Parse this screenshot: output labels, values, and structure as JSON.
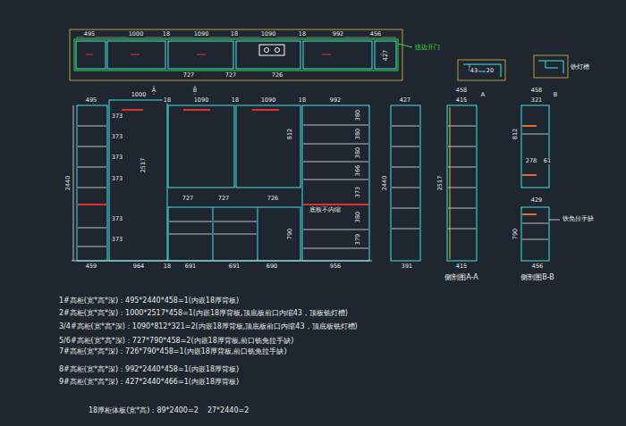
{
  "diagram": {
    "labels": [
      "495",
      "1000",
      "18",
      "1090",
      "18",
      "1090",
      "18",
      "992",
      "456",
      "427",
      "727",
      "727",
      "726",
      "这边开门",
      "43",
      "20",
      "铁灯槽",
      "495",
      "1000",
      "18",
      "1090",
      "18",
      "1090",
      "18",
      "992",
      "A",
      "B",
      "2440",
      "2517",
      "373",
      "373",
      "373",
      "373",
      "373",
      "373",
      "380",
      "380",
      "380",
      "366",
      "373",
      "380",
      "379",
      "727",
      "727",
      "726",
      "812",
      "790",
      "底板不内缩",
      "459",
      "964",
      "18",
      "691",
      "691",
      "690",
      "956",
      "427",
      "2440",
      "391",
      "458",
      "415",
      "A",
      "2517",
      "415",
      "侧剖图A-A",
      "458",
      "321",
      "B",
      "812",
      "278",
      "61",
      "429",
      "790",
      "铁免拉手缺",
      "456",
      "侧剖图B-B",
      "1#高柜(宽*高*深)：495*2440*458=1(内嵌18厚背板)",
      "2#高柜(宽*高*深)：1000*2517*458=1(内嵌18厚背板,顶底板前口内缩43，顶板铣灯槽)",
      "3/4#高柜(宽*高*深)：1090*812*321=2(内嵌18厚背板,顶底板前口内缩43，顶底板铣灯槽)",
      "5/6#高柜(宽*高*深)：727*790*458=2(内嵌18厚背板,前口铣免拉手缺)",
      "7#高柜(宽*高*深)：726*790*458=1(内嵌18厚背板,前口铣免拉手缺)",
      "8#高柜(宽*高*深)：992*2440*458=1(内嵌18厚背板)",
      "9#高柜(宽*高*深)：427*2440*466=1(内嵌18厚背板)",
      "18厚柜体板(宽*高)：89*2400=2    27*2440=2"
    ]
  }
}
